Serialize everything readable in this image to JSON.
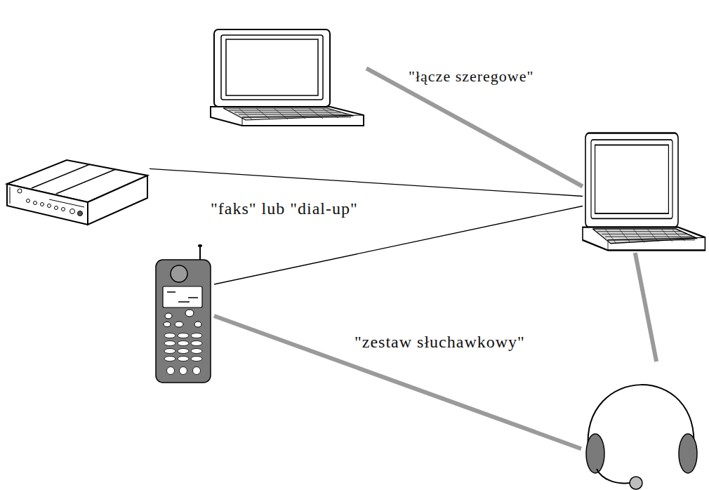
{
  "diagram": {
    "nodes": [
      {
        "text": []
      },
      {
        "text": []
      },
      {
        "text": []
      },
      {
        "text": []
      },
      {
        "text": []
      }
    ],
    "edges": [
      {
        "from": 0,
        "to": 3,
        "arrow": "none",
        "label": "\"łącze szeregowe\""
      },
      {
        "from": 1,
        "to": 3,
        "arrow": "none",
        "label": "\"faks\" lub \"dial-up\""
      },
      {
        "from": 2,
        "to": 3,
        "arrow": "none"
      },
      {
        "from": 2,
        "to": 4,
        "arrow": "none",
        "label": "\"zestaw słuchawkowy\""
      },
      {
        "from": 3,
        "to": 4,
        "arrow": "none"
      }
    ]
  }
}
